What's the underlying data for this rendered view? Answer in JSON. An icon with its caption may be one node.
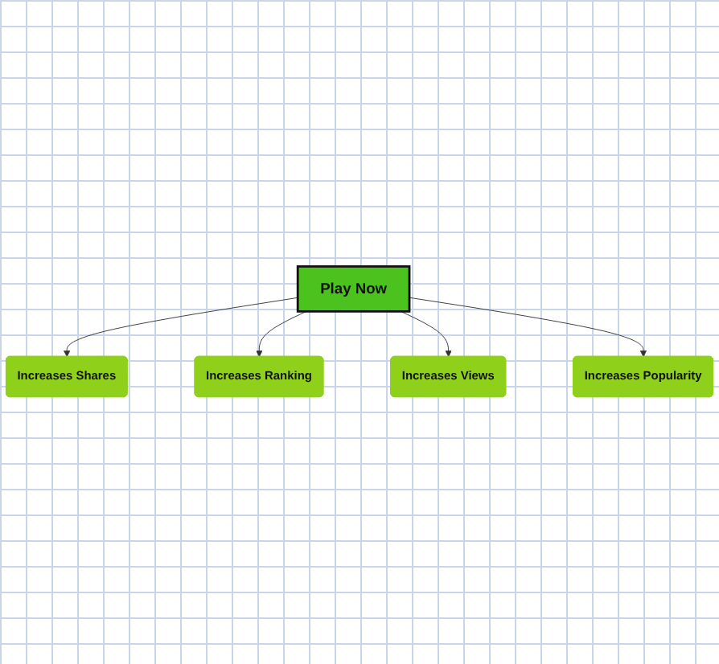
{
  "diagram": {
    "nodes": [
      {
        "text": [
          "Increases Shares"
        ]
      },
      {
        "text": [
          "Increases Ranking"
        ]
      },
      {
        "text": [
          "Play Now"
        ]
      },
      {
        "text": [
          "Increases Views"
        ]
      },
      {
        "text": [
          "Increases Popularity"
        ]
      }
    ],
    "edges": [
      {
        "from": 2,
        "to": 0,
        "arrow": "to"
      },
      {
        "from": 2,
        "to": 1,
        "arrow": "to"
      },
      {
        "from": 2,
        "to": 3,
        "arrow": "to"
      },
      {
        "from": 2,
        "to": 4,
        "arrow": "to"
      }
    ]
  }
}
